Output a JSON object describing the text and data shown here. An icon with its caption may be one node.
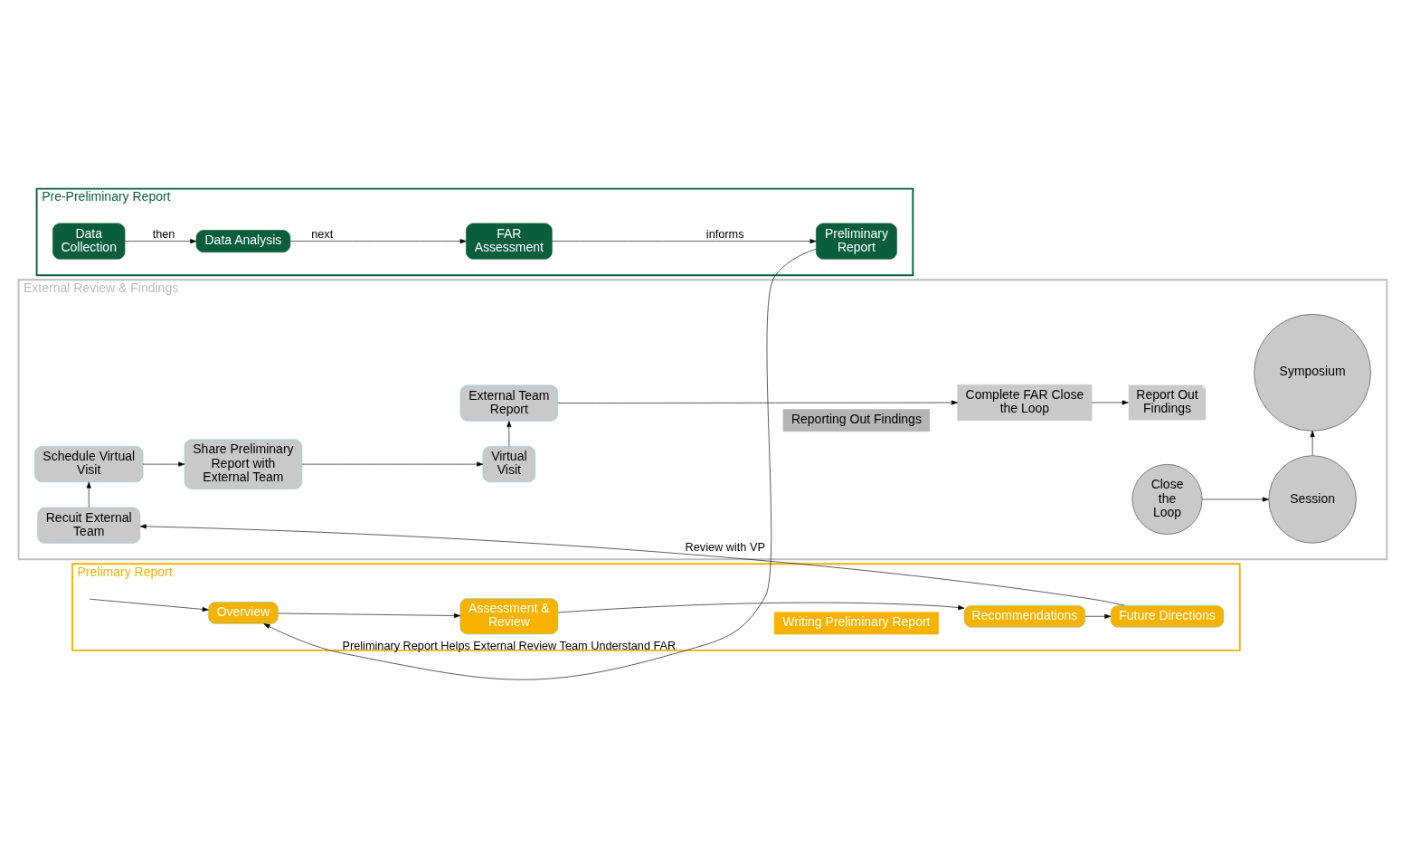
{
  "diagram": {
    "nodes": [
      {
        "text": [
          "Pre-Preliminary Report"
        ]
      },
      {
        "text": [
          "Data Collection"
        ],
        "in": 0
      },
      {
        "text": [
          "Data Analysis"
        ],
        "in": 0
      },
      {
        "text": [
          "FAR Assessment"
        ],
        "in": 0
      },
      {
        "text": [
          "Preliminary Report"
        ],
        "in": 0
      },
      {
        "text": [
          "Prelimary Report"
        ]
      },
      {
        "text": [
          "Overview"
        ],
        "in": 5
      },
      {
        "text": [
          "Assessment & Review"
        ],
        "in": 5
      },
      {
        "text": [
          "Writing Preliminary Report"
        ],
        "in": 5
      },
      {
        "text": [
          "Recommendations"
        ],
        "in": 5
      },
      {
        "text": [
          "Future Directions"
        ],
        "in": 5
      },
      {
        "text": [
          "External Review & Findings"
        ]
      },
      {
        "text": [
          "Recuit External Team"
        ],
        "in": 11
      },
      {
        "text": [
          "Schedule Virtual Visit"
        ],
        "in": 11
      },
      {
        "text": [
          "Share Preliminary Report with External Team"
        ],
        "in": 11
      },
      {
        "text": [
          "Virtual Visit"
        ],
        "in": 11
      },
      {
        "text": [
          "External Team Report"
        ],
        "in": 11
      },
      {
        "text": [
          "Reporting Out Findings"
        ],
        "in": 11
      },
      {
        "text": [
          "Complete FAR Close the Loop"
        ],
        "in": 11
      },
      {
        "text": [
          "Report Out Findings"
        ],
        "in": 11
      },
      {
        "text": [
          "Close the Loop"
        ],
        "in": 11
      },
      {
        "text": [
          "Session"
        ],
        "in": 11
      },
      {
        "text": [
          "Symposium"
        ],
        "in": 11
      }
    ],
    "edges": [
      {
        "from": 1,
        "to": 2,
        "arrow": "to",
        "label": "then"
      },
      {
        "from": 2,
        "to": 3,
        "arrow": "to",
        "label": "next"
      },
      {
        "from": 3,
        "to": 4,
        "arrow": "to",
        "label": "informs"
      },
      {
        "from": 4,
        "to": 6,
        "arrow": "to",
        "label": "Preliminary Report Helps External Review Team Understand FAR"
      },
      {
        "from": null,
        "to": 6,
        "arrow": "to"
      },
      {
        "from": 6,
        "to": 7,
        "arrow": "to"
      },
      {
        "from": 7,
        "to": 9,
        "arrow": "to"
      },
      {
        "from": 9,
        "to": 10,
        "arrow": "to"
      },
      {
        "from": 10,
        "to": 12,
        "arrow": "to",
        "label": "Review with VP"
      },
      {
        "from": 12,
        "to": 13,
        "arrow": "to"
      },
      {
        "from": 13,
        "to": 14,
        "arrow": "to"
      },
      {
        "from": 14,
        "to": 15,
        "arrow": "to"
      },
      {
        "from": 15,
        "to": 16,
        "arrow": "to"
      },
      {
        "from": 16,
        "to": 18,
        "arrow": "to"
      },
      {
        "from": 18,
        "to": 19,
        "arrow": "to"
      },
      {
        "from": 20,
        "to": 21,
        "arrow": "to"
      },
      {
        "from": 21,
        "to": 22,
        "arrow": "to"
      }
    ]
  }
}
